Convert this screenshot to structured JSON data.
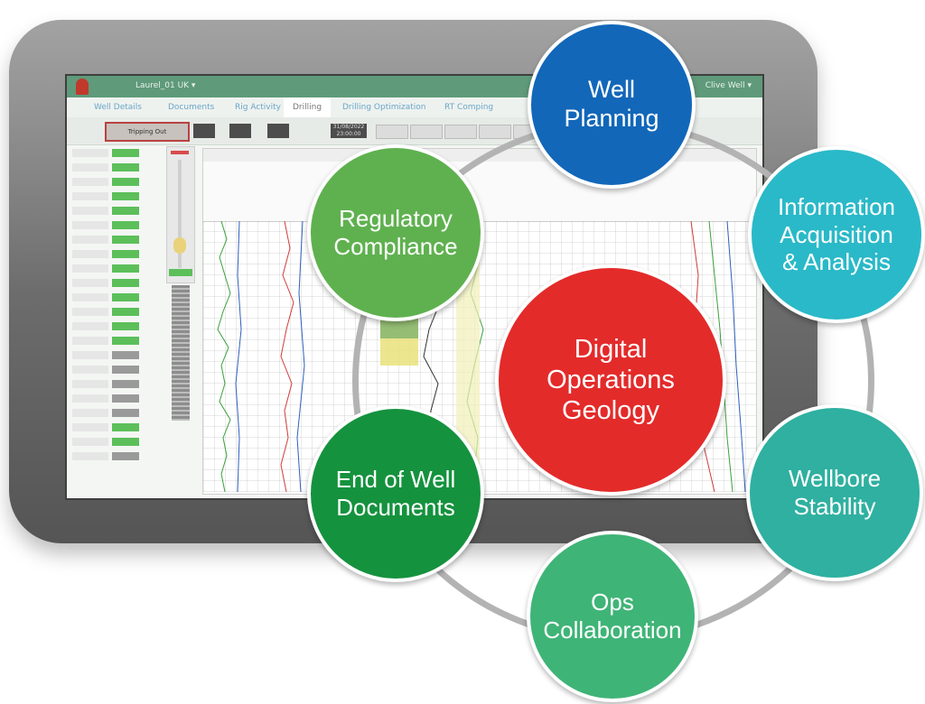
{
  "tablet_app": {
    "well_name": "Laurel_01 UK ▾",
    "user": "Clive Well ▾",
    "tabs": [
      "Well Details",
      "Documents",
      "Rig Activity",
      "Drilling",
      "Drilling Optimization",
      "RT Comping"
    ],
    "active_tab": "Drilling",
    "activity_label": "Tripping Out",
    "datetime": "31/08/2022\n23:00:00"
  },
  "nodes": {
    "center": "Digital\nOperations\nGeology",
    "well_planning": "Well\nPlanning",
    "information": "Information\nAcquisition\n& Analysis",
    "wellbore": "Wellbore\nStability",
    "ops": "Ops\nCollaboration",
    "end_of_well": "End of Well\nDocuments",
    "regulatory": "Regulatory\nCompliance"
  },
  "colors": {
    "center": "#e32b2a",
    "well_planning": "#1267b9",
    "information": "#2ab9c8",
    "wellbore": "#2fb0a0",
    "ops": "#3fb477",
    "end_of_well": "#15923e",
    "regulatory": "#5fb14f",
    "ring": "#b3b3b3"
  }
}
